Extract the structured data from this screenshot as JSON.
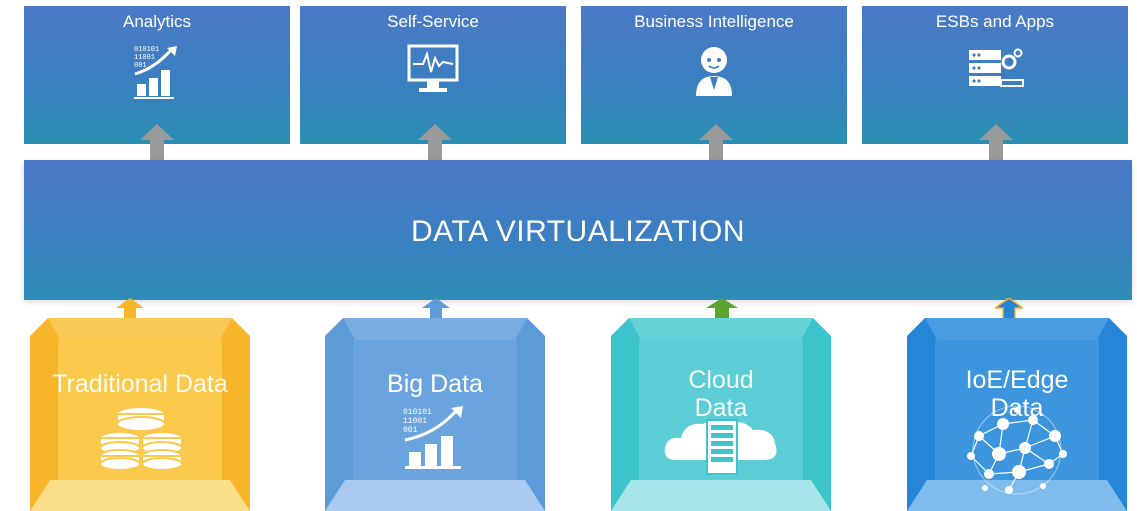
{
  "consumers": [
    {
      "label": "Analytics",
      "icon": "analytics-chart-icon"
    },
    {
      "label": "Self-Service",
      "icon": "monitor-pulse-icon"
    },
    {
      "label": "Business Intelligence",
      "icon": "person-icon"
    },
    {
      "label": "ESBs and Apps",
      "icon": "server-gear-icon"
    }
  ],
  "center": {
    "title": "DATA VIRTUALIZATION"
  },
  "sources": [
    {
      "label": "Traditional Data",
      "icon": "database-icon",
      "color": "#f7b52a"
    },
    {
      "label": "Big Data",
      "icon": "big-data-chart-icon",
      "binary": [
        "010101",
        "11001",
        "001"
      ],
      "color": "#5c9ad8"
    },
    {
      "label": "Cloud Data",
      "icon": "cloud-server-icon",
      "color": "#3ec4cc"
    },
    {
      "label": "IoE/Edge Data",
      "icon": "network-globe-icon",
      "color": "#2585d6"
    }
  ],
  "analytics_binary": [
    "010101",
    "11001",
    "001"
  ],
  "colors": {
    "consumer_box": "#3a7fc0",
    "band": "#3b80c2",
    "arrow_gray": "#9a9a9a",
    "arrow_green": "#5aa530"
  }
}
